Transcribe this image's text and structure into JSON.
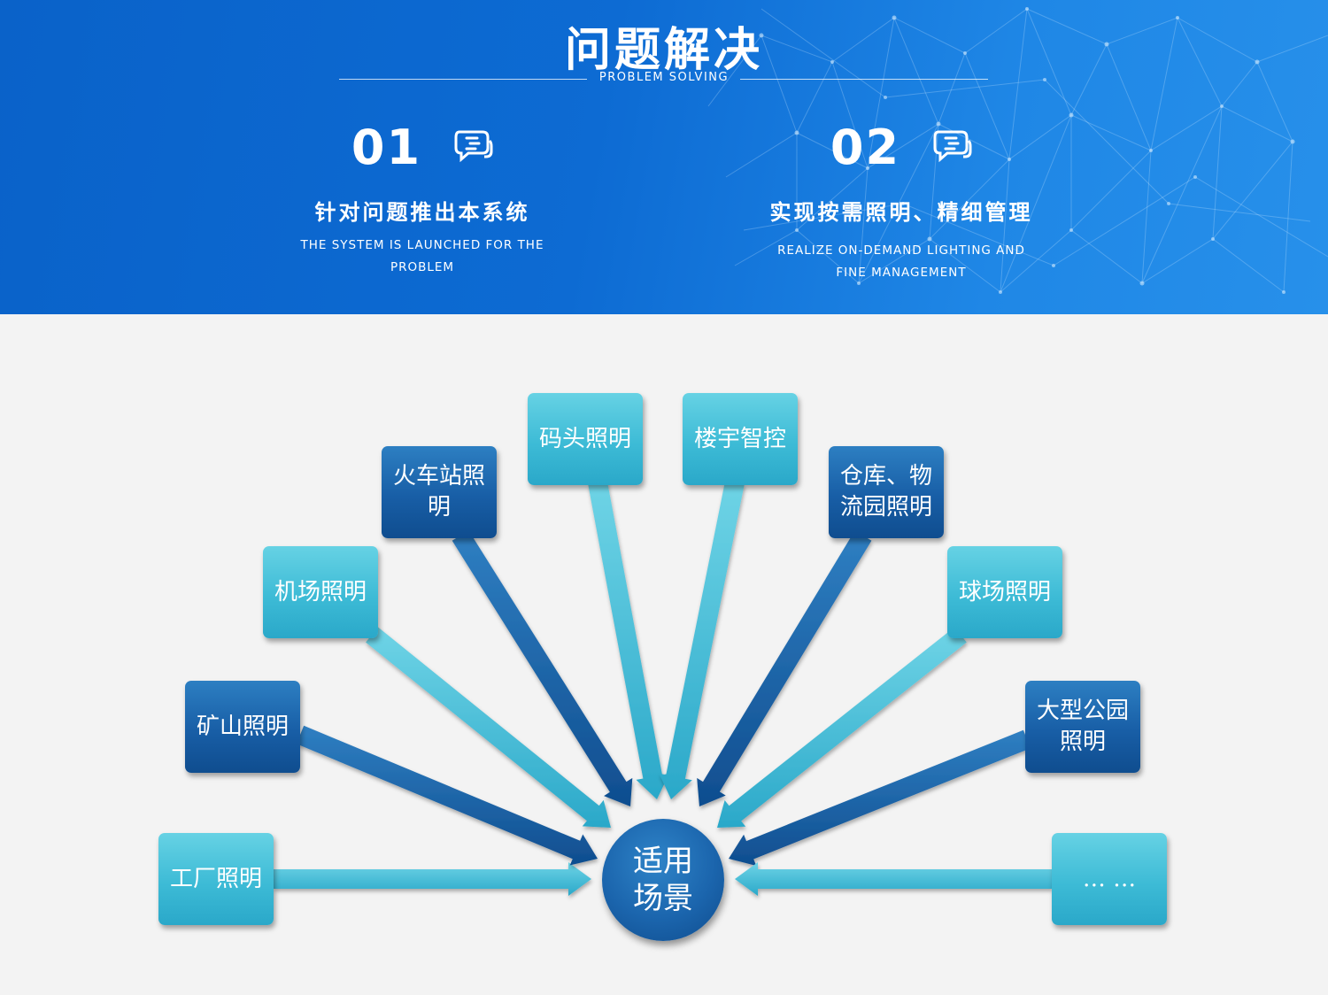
{
  "header": {
    "title": "问题解决",
    "subtitle": "PROBLEM SOLVING"
  },
  "features": [
    {
      "number": "01",
      "icon": "chat-bubble-icon",
      "title_cn": "针对问题推出本系统",
      "title_en": "THE SYSTEM IS LAUNCHED FOR THE PROBLEM"
    },
    {
      "number": "02",
      "icon": "chat-bubble-icon",
      "title_cn": "实现按需照明、精细管理",
      "title_en": "REALIZE ON-DEMAND LIGHTING AND FINE MANAGEMENT"
    }
  ],
  "diagram": {
    "hub": "适用场景",
    "nodes": [
      {
        "id": "factory",
        "label": "工厂照明",
        "tone": "light"
      },
      {
        "id": "mine",
        "label": "矿山照明",
        "tone": "dark"
      },
      {
        "id": "airport",
        "label": "机场照明",
        "tone": "light"
      },
      {
        "id": "railway",
        "label": "火车站照明",
        "tone": "dark"
      },
      {
        "id": "wharf",
        "label": "码头照明",
        "tone": "light"
      },
      {
        "id": "building",
        "label": "楼宇智控",
        "tone": "light"
      },
      {
        "id": "warehouse",
        "label": "仓库、物流园照明",
        "tone": "dark"
      },
      {
        "id": "stadium",
        "label": "球场照明",
        "tone": "light"
      },
      {
        "id": "park",
        "label": "大型公园照明",
        "tone": "dark"
      },
      {
        "id": "more",
        "label": "… …",
        "tone": "light"
      }
    ]
  },
  "colors": {
    "banner": "#0d6bd3",
    "light_node": "#3dbbd6",
    "dark_node": "#185ea6",
    "background": "#f3f3f3"
  }
}
